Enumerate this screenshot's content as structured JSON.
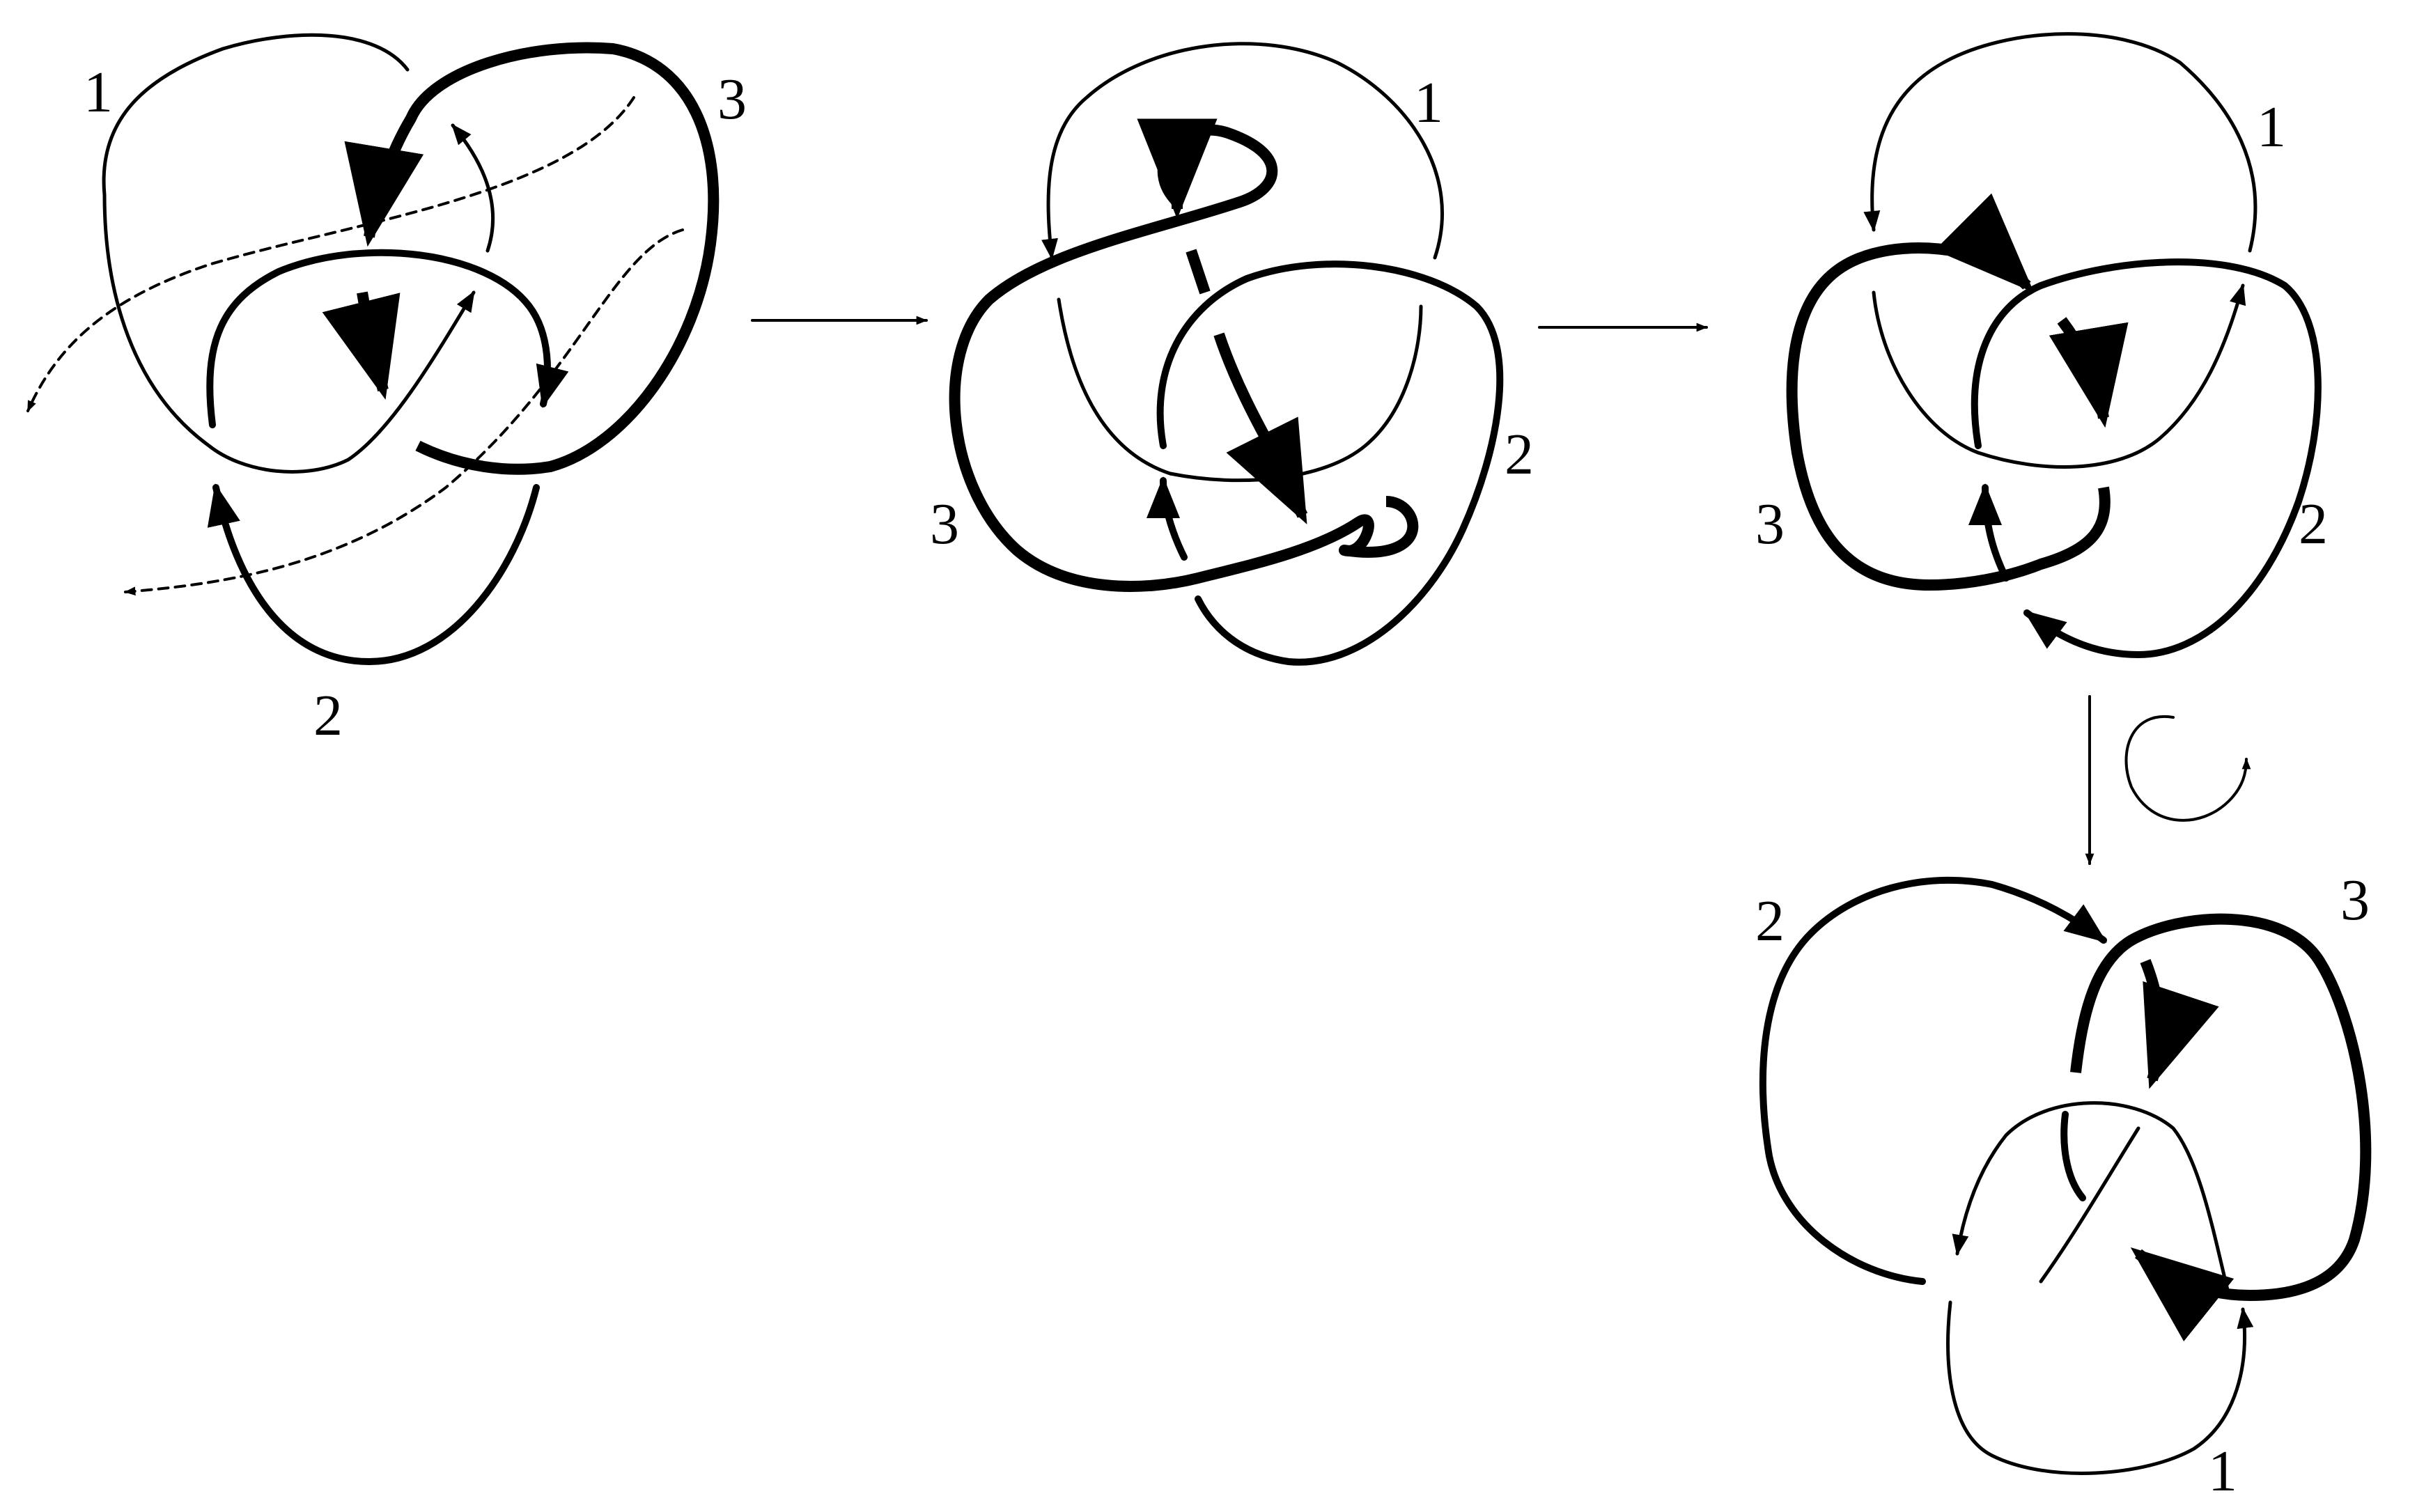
{
  "diagram": {
    "panels": [
      {
        "id": "knot-a",
        "labels": [
          "1",
          "2",
          "3"
        ]
      },
      {
        "id": "knot-b",
        "labels": [
          "1",
          "2",
          "3"
        ]
      },
      {
        "id": "knot-c",
        "labels": [
          "1",
          "2",
          "3"
        ]
      },
      {
        "id": "knot-d",
        "labels": [
          "1",
          "2",
          "3"
        ]
      }
    ],
    "transitions": [
      {
        "from": "knot-a",
        "to": "knot-b",
        "kind": "isotopy"
      },
      {
        "from": "knot-b",
        "to": "knot-c",
        "kind": "isotopy"
      },
      {
        "from": "knot-c",
        "to": "knot-d",
        "kind": "rotation"
      }
    ]
  }
}
